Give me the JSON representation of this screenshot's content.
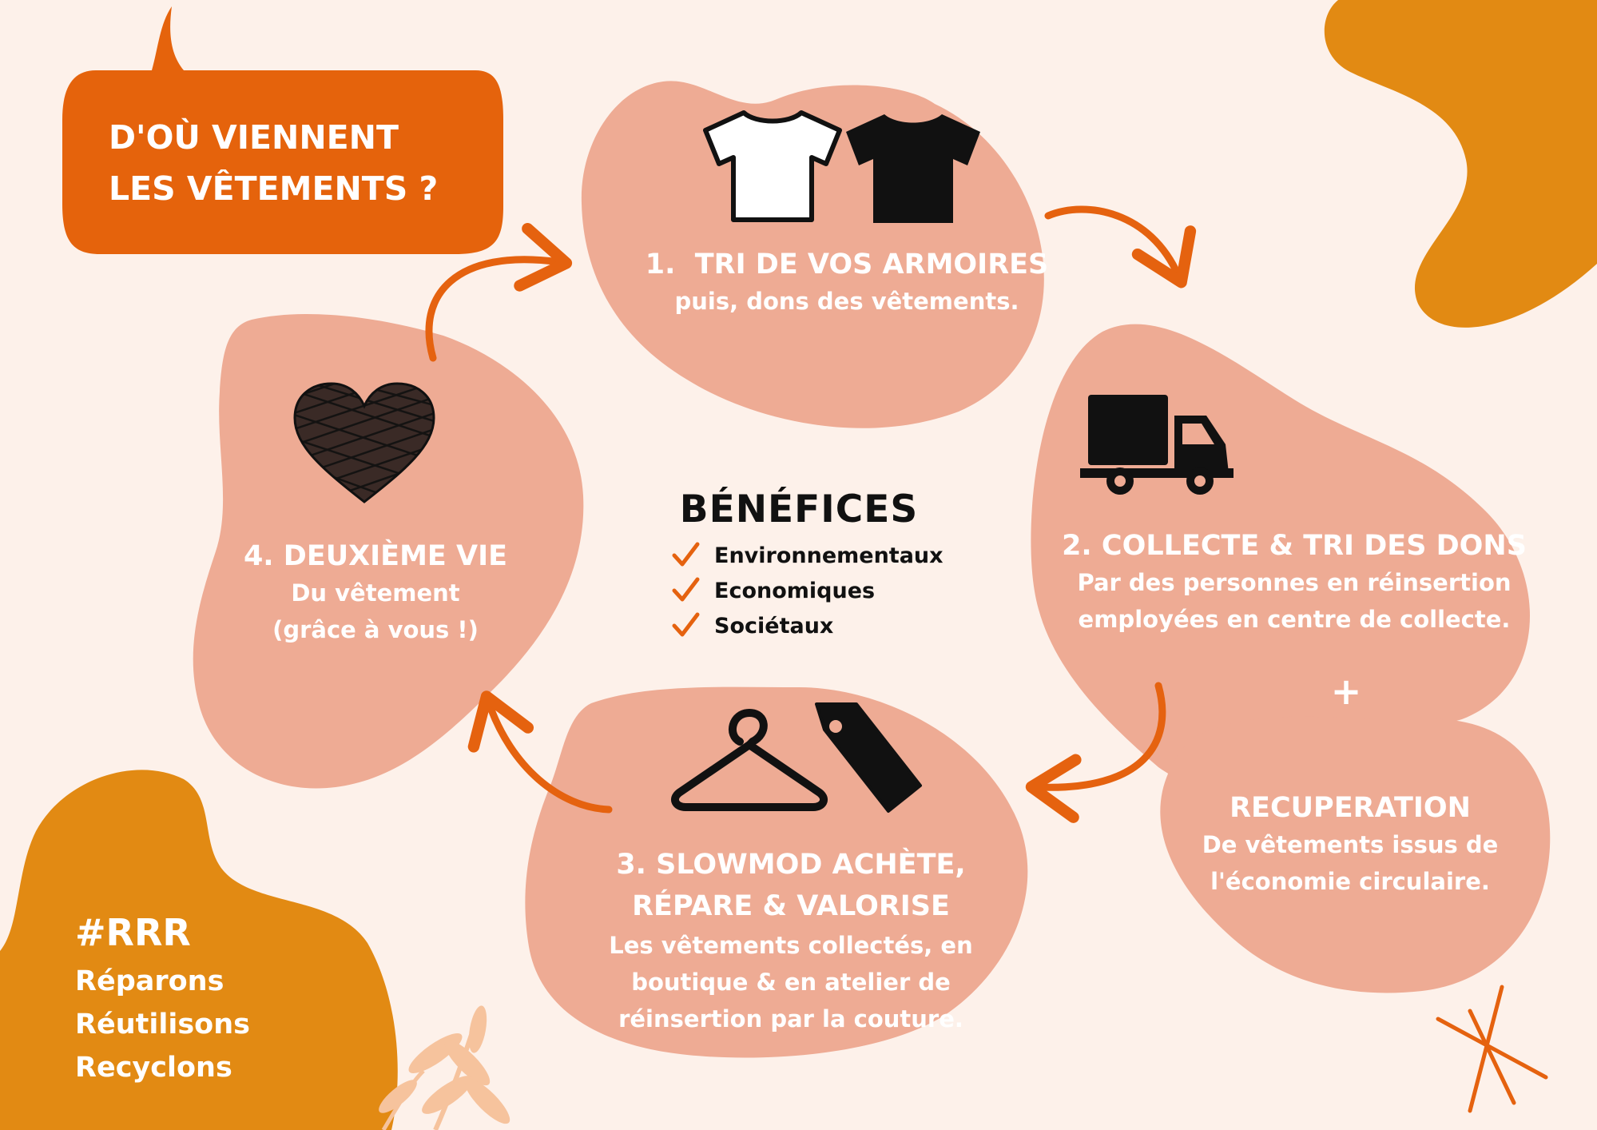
{
  "title": {
    "line1": "D'OÙ VIENNENT",
    "line2": "LES VÊTEMENTS ?"
  },
  "steps": [
    {
      "number": "1.",
      "heading": "TRI DE VOS ARMOIRES",
      "lines": [
        "puis, dons des vêtements."
      ],
      "icons": [
        "white-tshirt-icon",
        "black-tshirt-icon"
      ]
    },
    {
      "heading": "2. COLLECTE & TRI DES DONS",
      "lines": [
        "Par des personnes en réinsertion",
        "employées en centre de collecte."
      ],
      "icons": [
        "delivery-truck-icon"
      ]
    },
    {
      "heading_lines": [
        "3. SLOWMOD ACHÈTE,",
        "RÉPARE & VALORISE"
      ],
      "lines": [
        "Les vêtements collectés, en",
        "boutique & en atelier de",
        "réinsertion par la couture."
      ],
      "icons": [
        "clothes-hanger-icon",
        "price-tag-icon"
      ]
    },
    {
      "heading": "4. DEUXIÈME VIE",
      "lines": [
        "Du vêtement",
        "(grâce à vous !)"
      ],
      "icons": [
        "scribbled-heart-icon"
      ]
    }
  ],
  "plus": "+",
  "recuperation": {
    "heading": "RECUPERATION",
    "lines": [
      "De vêtements issus de",
      "l'économie circulaire."
    ]
  },
  "benefits": {
    "title": "BÉNÉFICES",
    "items": [
      "Environnementaux",
      "Economiques",
      "Sociétaux"
    ],
    "check_icon": "checkmark-icon"
  },
  "hashtag": {
    "tag": "#RRR",
    "items": [
      "Réparons",
      "Réutilisons",
      "Recyclons"
    ]
  },
  "colors": {
    "background": "#fdf1ea",
    "blob": "#eeab94",
    "title_bubble": "#e5630c",
    "accent_orange": "#e5620f",
    "ochre": "#e28a13",
    "leaf": "#f6c39d",
    "text_white": "#ffffff",
    "text_dark": "#111111"
  }
}
